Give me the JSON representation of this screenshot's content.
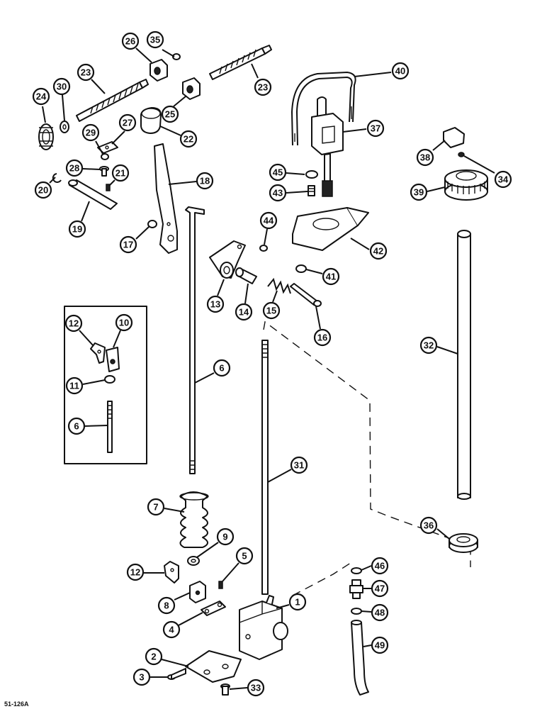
{
  "figure_code": "51-126A",
  "callouts": [
    {
      "id": "c35",
      "label": "35"
    },
    {
      "id": "c26",
      "label": "26"
    },
    {
      "id": "c23a",
      "label": "23"
    },
    {
      "id": "c23b",
      "label": "23"
    },
    {
      "id": "c24",
      "label": "24"
    },
    {
      "id": "c30",
      "label": "30"
    },
    {
      "id": "c25",
      "label": "25"
    },
    {
      "id": "c22",
      "label": "22"
    },
    {
      "id": "c27",
      "label": "27"
    },
    {
      "id": "c29",
      "label": "29"
    },
    {
      "id": "c28",
      "label": "28"
    },
    {
      "id": "c21",
      "label": "21"
    },
    {
      "id": "c20",
      "label": "20"
    },
    {
      "id": "c19",
      "label": "19"
    },
    {
      "id": "c18",
      "label": "18"
    },
    {
      "id": "c17",
      "label": "17"
    },
    {
      "id": "c40",
      "label": "40"
    },
    {
      "id": "c37",
      "label": "37"
    },
    {
      "id": "c45",
      "label": "45"
    },
    {
      "id": "c43",
      "label": "43"
    },
    {
      "id": "c44",
      "label": "44"
    },
    {
      "id": "c42",
      "label": "42"
    },
    {
      "id": "c41",
      "label": "41"
    },
    {
      "id": "c38",
      "label": "38"
    },
    {
      "id": "c34",
      "label": "34"
    },
    {
      "id": "c39",
      "label": "39"
    },
    {
      "id": "c13",
      "label": "13"
    },
    {
      "id": "c14",
      "label": "14"
    },
    {
      "id": "c15",
      "label": "15"
    },
    {
      "id": "c16",
      "label": "16"
    },
    {
      "id": "c12a",
      "label": "12"
    },
    {
      "id": "c10",
      "label": "10"
    },
    {
      "id": "c11",
      "label": "11"
    },
    {
      "id": "c6a",
      "label": "6"
    },
    {
      "id": "c6b",
      "label": "6"
    },
    {
      "id": "c32",
      "label": "32"
    },
    {
      "id": "c31",
      "label": "31"
    },
    {
      "id": "c7",
      "label": "7"
    },
    {
      "id": "c9",
      "label": "9"
    },
    {
      "id": "c36",
      "label": "36"
    },
    {
      "id": "c12b",
      "label": "12"
    },
    {
      "id": "c5",
      "label": "5"
    },
    {
      "id": "c46",
      "label": "46"
    },
    {
      "id": "c47",
      "label": "47"
    },
    {
      "id": "c8",
      "label": "8"
    },
    {
      "id": "c1",
      "label": "1"
    },
    {
      "id": "c48",
      "label": "48"
    },
    {
      "id": "c4",
      "label": "4"
    },
    {
      "id": "c49",
      "label": "49"
    },
    {
      "id": "c2",
      "label": "2"
    },
    {
      "id": "c3",
      "label": "3"
    },
    {
      "id": "c33",
      "label": "33"
    }
  ]
}
